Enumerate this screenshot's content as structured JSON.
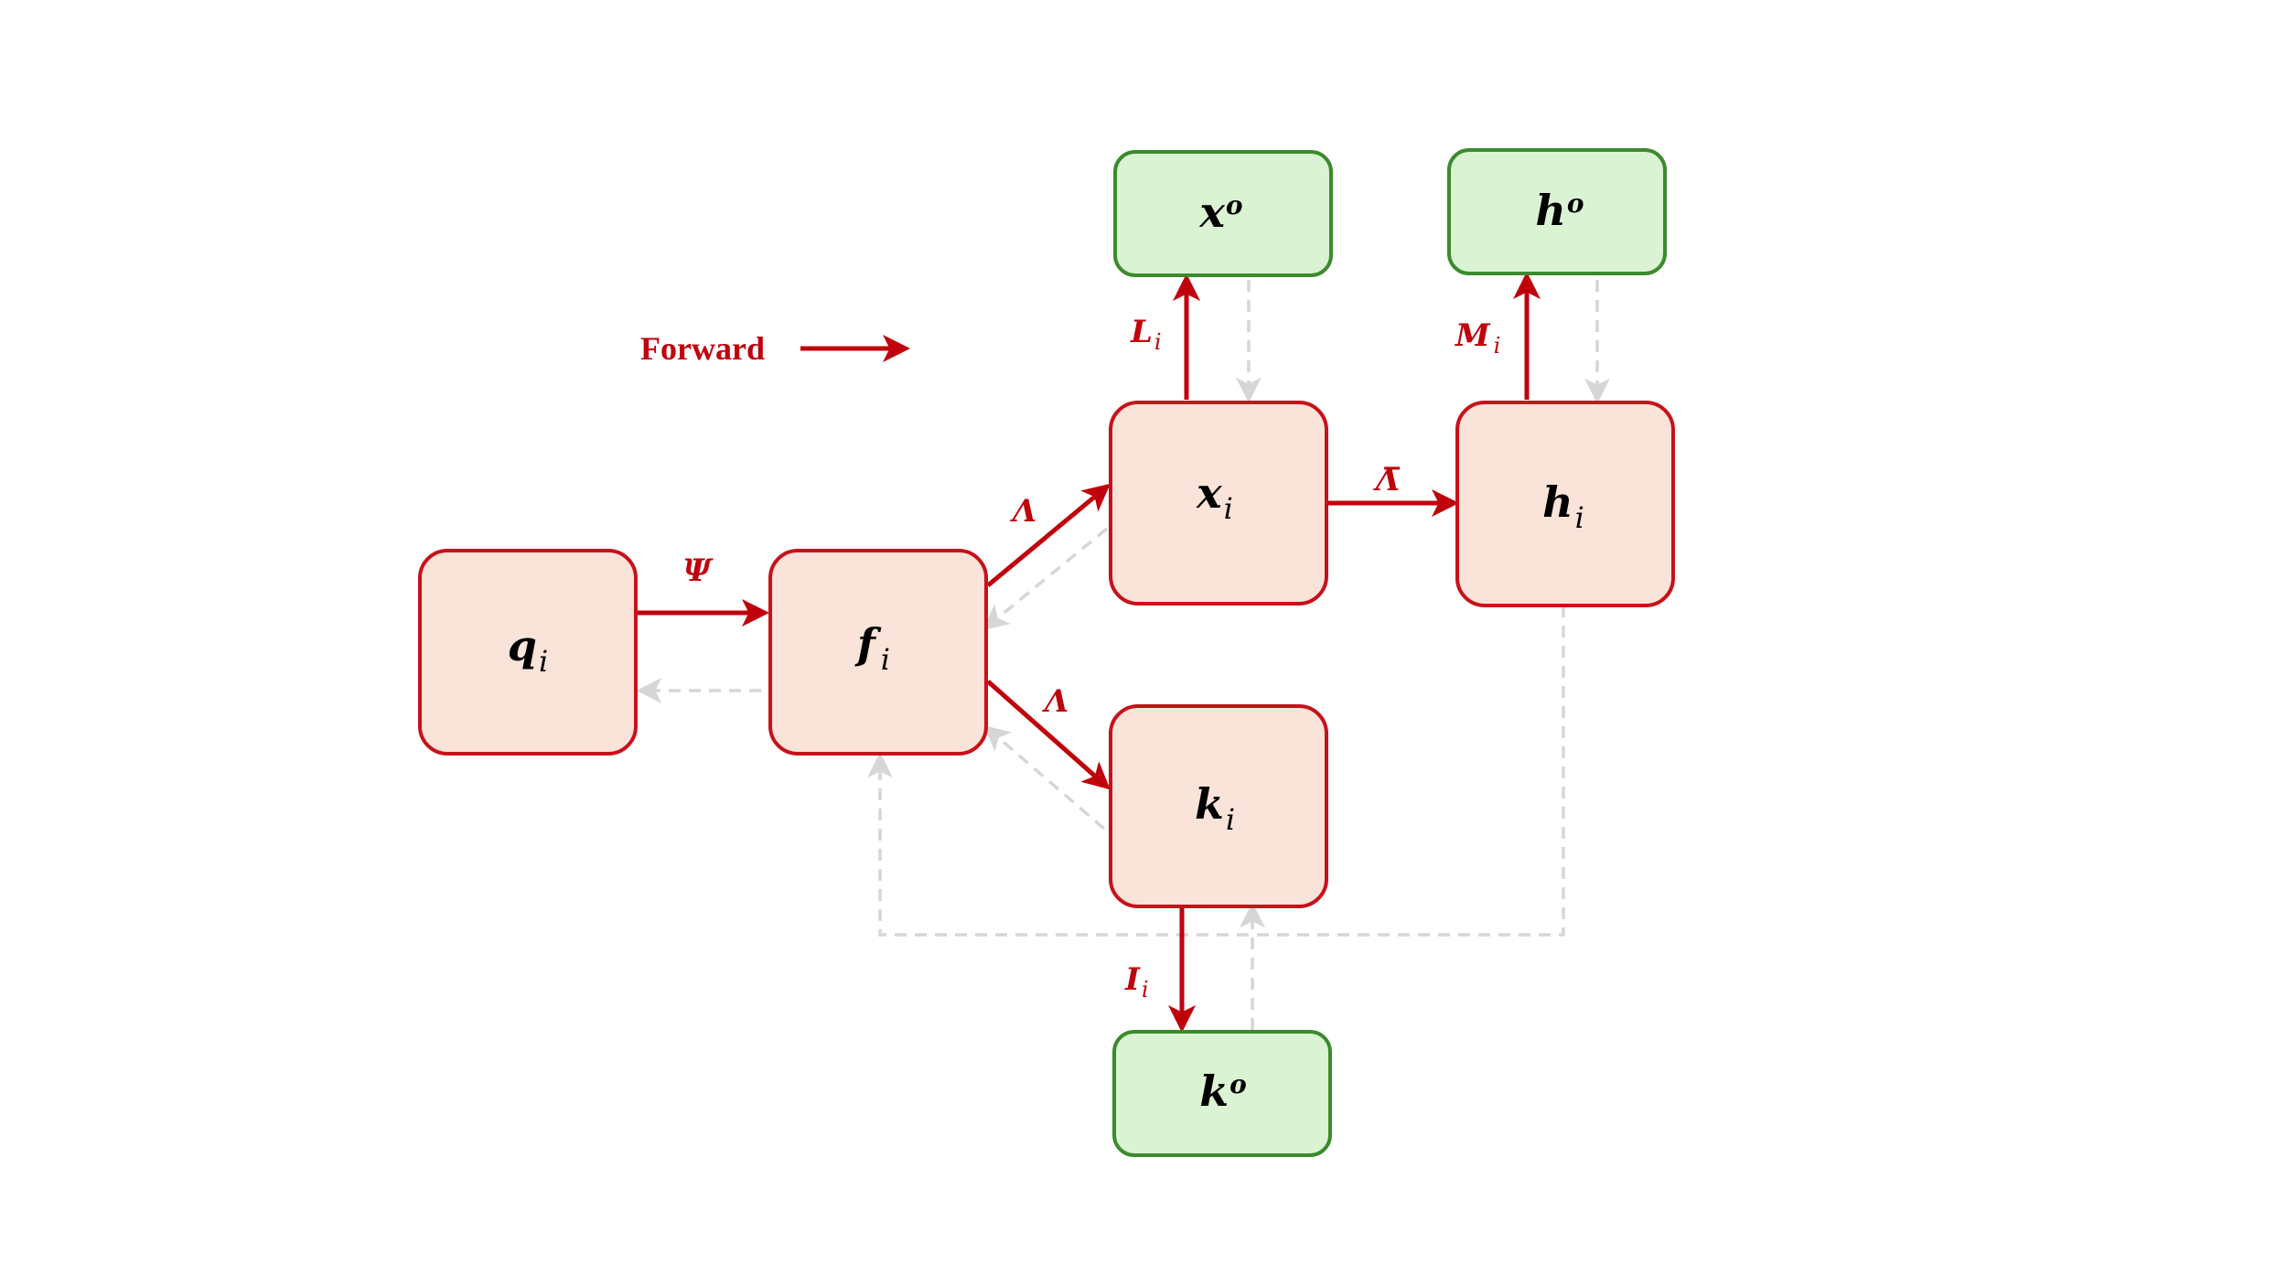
{
  "legend": {
    "label": "Forward"
  },
  "colors": {
    "forward": "#c0000b",
    "backward": "#d6d6d6",
    "internal_fill": "#fae3d9",
    "internal_stroke": "#c8111a",
    "output_fill": "#d9f3d3",
    "output_stroke": "#3c8a2e"
  },
  "nodes": {
    "q": {
      "symbol": "q",
      "sub": "i",
      "kind": "internal"
    },
    "f": {
      "symbol": "f",
      "sub": "i",
      "kind": "internal"
    },
    "x": {
      "symbol": "x",
      "sub": "i",
      "kind": "internal"
    },
    "h": {
      "symbol": "h",
      "sub": "i",
      "kind": "internal"
    },
    "k": {
      "symbol": "k",
      "sub": "i",
      "kind": "internal"
    },
    "x_out": {
      "symbol": "x",
      "sup": "o",
      "kind": "output"
    },
    "h_out": {
      "symbol": "h",
      "sup": "o",
      "kind": "output"
    },
    "k_out": {
      "symbol": "k",
      "sup": "o",
      "kind": "output"
    }
  },
  "edges": {
    "q_f": {
      "label": "Ψ"
    },
    "f_x": {
      "label": "Λ"
    },
    "f_k": {
      "label": "Λ"
    },
    "x_h": {
      "label": "Λ̅"
    },
    "x_xo": {
      "label": "L",
      "sub": "i"
    },
    "h_ho": {
      "label": "M",
      "sub": "i"
    },
    "k_ko": {
      "label": "I",
      "sub": "i"
    }
  }
}
